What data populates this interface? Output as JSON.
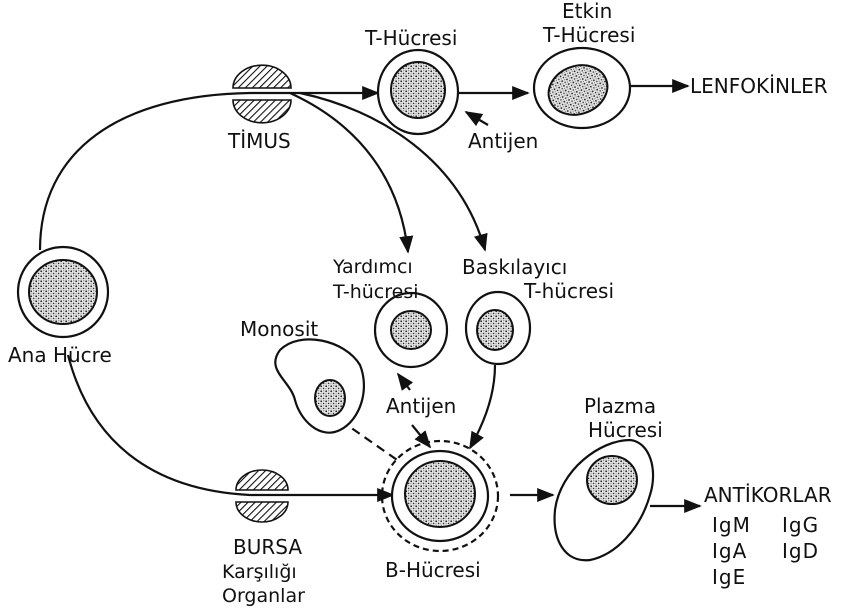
{
  "diagram": {
    "labels": {
      "t_cell": "T-Hücresi",
      "effector_line1": "Etkin",
      "effector_line2": "T-Hücresi",
      "lymphokines": "LENFOKİNLER",
      "thymus": "TİMUS",
      "antigen_top": "Antijen",
      "stem_cell": "Ana Hücre",
      "helper_line1": "Yardımcı",
      "helper_line2": "T-hücresi",
      "suppressor_line1": "Baskılayıcı",
      "suppressor_line2": "T-hücresi",
      "monocyte": "Monosit",
      "antigen_mid": "Antijen",
      "plasma_line1": "Plazma",
      "plasma_line2": "Hücresi",
      "antibodies": "ANTİKORLAR",
      "igm": "IgM",
      "igg": "IgG",
      "iga": "IgA",
      "igd": "IgD",
      "ige": "IgE",
      "bursa_line1": "BURSA",
      "bursa_line2": "Karşılığı",
      "bursa_line3": "Organlar",
      "b_cell": "B-Hücresi"
    },
    "colors": {
      "ink": "#111111",
      "paper": "#ffffff"
    }
  }
}
